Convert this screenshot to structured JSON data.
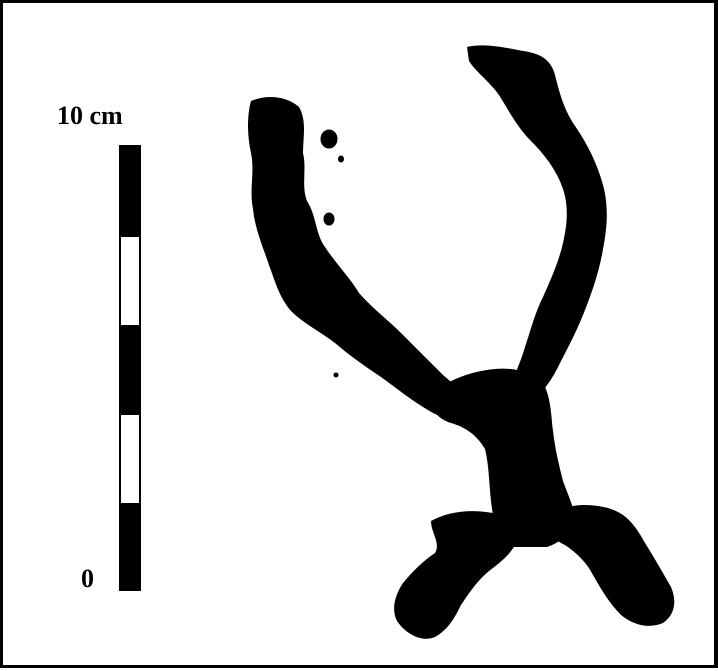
{
  "scale": {
    "top_label": "10 cm",
    "bottom_label": "0",
    "segments": [
      "black",
      "white",
      "black",
      "white",
      "black"
    ],
    "colors": {
      "dark": "#000000",
      "light": "#ffffff"
    }
  },
  "figure": {
    "description_icon": "anthropomorphic-figure-silhouette-icon",
    "fill": "#000000"
  }
}
